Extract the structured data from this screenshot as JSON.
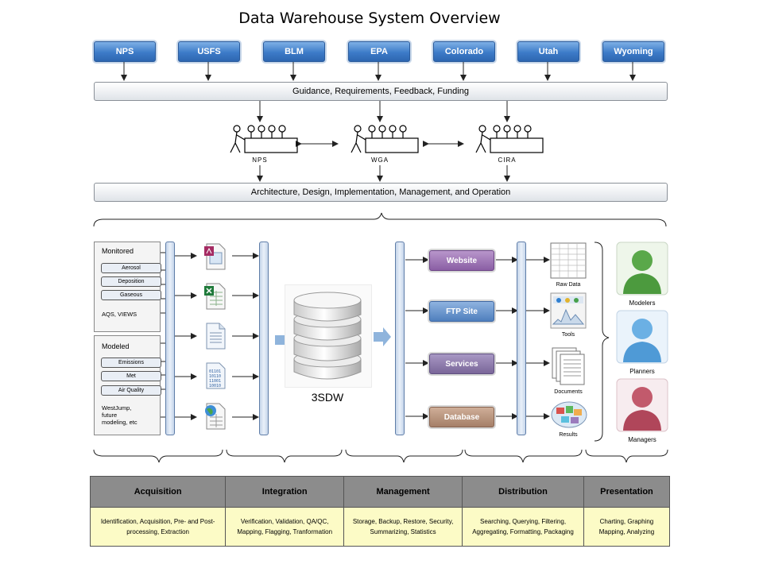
{
  "title": "Data Warehouse System Overview",
  "agencies": [
    "NPS",
    "USFS",
    "BLM",
    "EPA",
    "Colorado",
    "Utah",
    "Wyoming"
  ],
  "guidance_bar": "Guidance, Requirements, Feedback, Funding",
  "groups": [
    "NPS",
    "WGA",
    "CIRA"
  ],
  "architecture_bar": "Architecture, Design, Implementation, Management, and Operation",
  "monitored": {
    "title": "Monitored",
    "items": [
      "Aerosol",
      "Deposition",
      "Gaseous"
    ],
    "footer": "AQS, VIEWS"
  },
  "modeled": {
    "title": "Modeled",
    "items": [
      "Emissions",
      "Met",
      "Air Quality"
    ],
    "footer_lines": [
      "WestJump,",
      "future",
      "modeling, etc"
    ]
  },
  "warehouse_label": "3SDW",
  "distribution_buttons": [
    "Website",
    "FTP Site",
    "Services",
    "Database"
  ],
  "outputs": [
    "Raw Data",
    "Tools",
    "Documents",
    "Results"
  ],
  "roles": [
    "Modelers",
    "Planners",
    "Managers"
  ],
  "phases": [
    {
      "name": "Acquisition",
      "lines": [
        "Identification, Acquisition, Pre- and Post-",
        "processing, Extraction"
      ]
    },
    {
      "name": "Integration",
      "lines": [
        "Verification, Validation, QA/QC,",
        "Mapping, Flagging, Tranformation"
      ]
    },
    {
      "name": "Management",
      "lines": [
        "Storage, Backup, Restore, Security,",
        "Summarizing, Statistics"
      ]
    },
    {
      "name": "Distribution",
      "lines": [
        "Searching, Querying, Filtering,",
        "Aggregating, Formatting, Packaging"
      ]
    },
    {
      "name": "Presentation",
      "lines": [
        "Charting, Graphing",
        "Mapping, Analyzing"
      ]
    }
  ],
  "colors": {
    "agency_button": "#3d7bc8",
    "website": "#9a6fb0",
    "ftp": "#5b88c2",
    "services": "#8a78a8",
    "database": "#b48f78",
    "phase_header": "#8c8c8c",
    "phase_body": "#fcfbc6",
    "modelers": "#5aa84a",
    "planners": "#4f9ad6",
    "managers": "#b0465a"
  }
}
